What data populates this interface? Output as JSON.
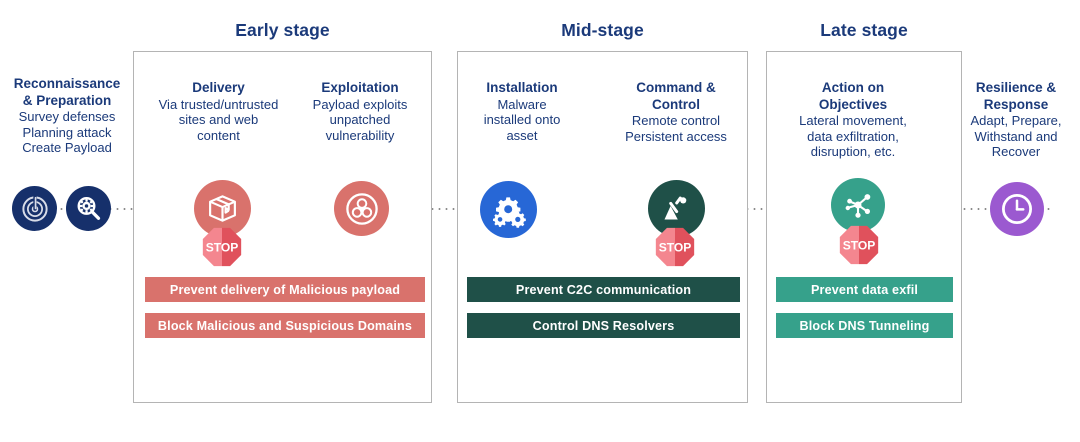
{
  "diagram": {
    "title_color": "#1b3a7a",
    "line": "dotted-connector-line"
  },
  "stages": [
    {
      "id": "early",
      "label": "Early stage"
    },
    {
      "id": "mid",
      "label": "Mid-stage"
    },
    {
      "id": "late",
      "label": "Late stage"
    }
  ],
  "phases": [
    {
      "id": "reconnaissance",
      "title": "Reconnaissance\n& Preparation",
      "title_line1": "Reconnaissance",
      "title_line2": "& Preparation",
      "desc_lines": [
        "Survey defenses",
        "Planning attack",
        "Create Payload"
      ],
      "icons": [
        "radar-icon",
        "magnifier-gear-icon"
      ],
      "icon_color": "#16306b"
    },
    {
      "id": "delivery",
      "title_line1": "Delivery",
      "desc_lines": [
        "Via trusted/untrusted",
        "sites and web",
        "content"
      ],
      "icons": [
        "package-box-icon"
      ],
      "icon_color": "#d9726c",
      "has_stop": true
    },
    {
      "id": "exploitation",
      "title_line1": "Exploitation",
      "desc_lines": [
        "Payload exploits",
        "unpatched",
        "vulnerability"
      ],
      "icons": [
        "biohazard-icon"
      ],
      "icon_color": "#d9726c",
      "has_stop": false
    },
    {
      "id": "installation",
      "title_line1": "Installation",
      "desc_lines": [
        "Malware",
        "installed onto",
        "asset"
      ],
      "icons": [
        "gears-icon"
      ],
      "icon_color": "#2767d6",
      "has_stop": false
    },
    {
      "id": "command-control",
      "title_line1": "Command &",
      "title_line2": "Control",
      "desc_lines": [
        "Remote control",
        "Persistent access"
      ],
      "icons": [
        "satellite-dish-icon"
      ],
      "icon_color": "#1f5048",
      "has_stop": true
    },
    {
      "id": "action-on-objectives",
      "title_line1": "Action on",
      "title_line2": "Objectives",
      "desc_lines": [
        "Lateral movement,",
        "data exfiltration,",
        "disruption, etc."
      ],
      "icons": [
        "network-share-icon"
      ],
      "icon_color": "#36a18b",
      "has_stop": true
    },
    {
      "id": "resilience-response",
      "title_line1": "Resilience &",
      "title_line2": "Response",
      "desc_lines": [
        "Adapt, Prepare,",
        "Withstand and",
        "Recover"
      ],
      "icons": [
        "clock-icon"
      ],
      "icon_color": "#9b59d0",
      "has_stop": false
    }
  ],
  "controls": {
    "early": {
      "color": "#d9726c",
      "items": [
        "Prevent delivery of Malicious payload",
        "Block Malicious and Suspicious Domains"
      ]
    },
    "mid": {
      "color": "#1f5048",
      "items": [
        "Prevent C2C communication",
        "Control DNS Resolvers"
      ]
    },
    "late": {
      "color": "#36a18b",
      "items": [
        "Prevent data exfil",
        "Block DNS Tunneling"
      ]
    }
  },
  "stop_sign": {
    "label": "STOP",
    "fill_light": "#f4868f",
    "fill_dark": "#e0515c"
  }
}
